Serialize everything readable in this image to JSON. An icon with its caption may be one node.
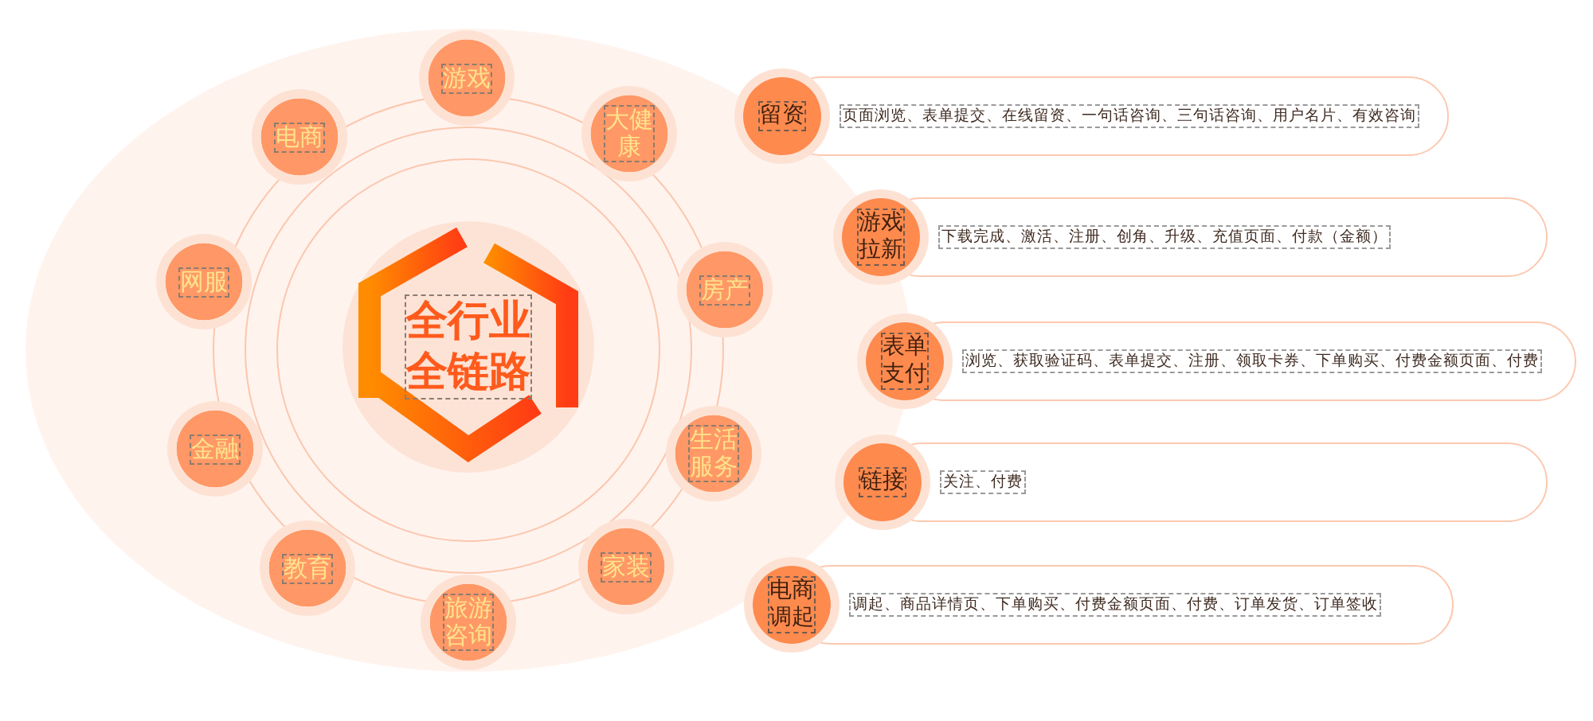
{
  "diagram": {
    "nodes": [
      {
        "text": [
          "全行业全链路"
        ]
      },
      {
        "text": [
          "游戏"
        ]
      },
      {
        "text": [
          "大健康"
        ]
      },
      {
        "text": [
          "房产"
        ]
      },
      {
        "text": [
          "生活服务"
        ]
      },
      {
        "text": [
          "家装"
        ]
      },
      {
        "text": [
          "旅游咨询"
        ]
      },
      {
        "text": [
          "教育"
        ]
      },
      {
        "text": [
          "金融"
        ]
      },
      {
        "text": [
          "网服"
        ]
      },
      {
        "text": [
          "电商"
        ]
      },
      {
        "text": [
          "留资",
          "页面浏览、表单提交、在线留资、一句话咨询、三句话咨询、用户名片、有效咨询"
        ]
      },
      {
        "text": [
          "游戏拉新",
          "下载完成、激活、注册、创角、升级、充值页面、付款（金额）"
        ]
      },
      {
        "text": [
          "表单支付",
          "浏览、获取验证码、表单提交、注册、领取卡券、下单购买、付费金额页面、付费"
        ]
      },
      {
        "text": [
          "链接",
          "关注、付费"
        ]
      },
      {
        "text": [
          "电商调起",
          "调起、商品详情页、下单购买、付费金额页面、付费、订单发货、订单签收"
        ]
      }
    ]
  }
}
